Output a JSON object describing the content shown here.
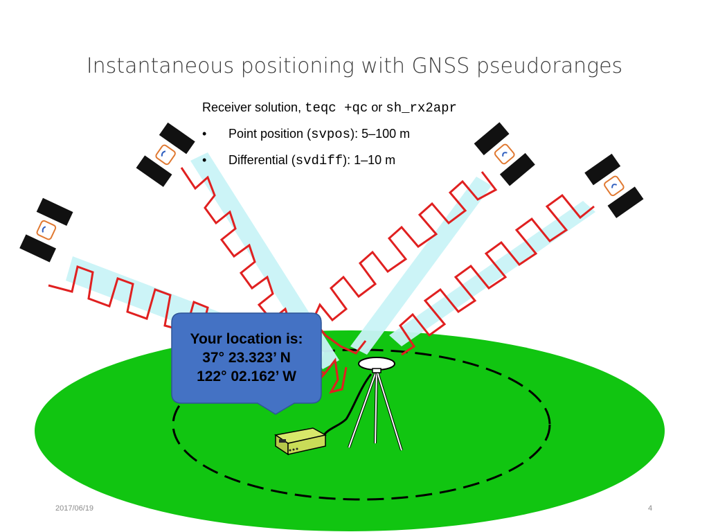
{
  "slide": {
    "title": "Instantaneous positioning with GNSS pseudoranges",
    "date": "2017/06/19",
    "page_number": "4"
  },
  "bullets": {
    "intro_prefix": "Receiver solution, ",
    "intro_cmd1": "teqc +qc",
    "intro_or": " or ",
    "intro_cmd2": "sh_rx2apr",
    "items": [
      {
        "bullet": "•",
        "prefix": "Point position (",
        "cmd": "svpos",
        "suffix": "): 5–100 m"
      },
      {
        "bullet": "•",
        "prefix": "Differential (",
        "cmd": "svdiff",
        "suffix": "): 1–10 m"
      }
    ]
  },
  "callout": {
    "line1": "Your location is:",
    "line2": "37° 23.323’ N",
    "line3": "122° 02.162’ W"
  },
  "colors": {
    "ground": "#11c511",
    "signal_wave": "#e02020",
    "signal_fill": "#c9f3f7",
    "callout_fill": "#4472c4",
    "satellite_panel": "#111111",
    "satellite_body": "#e07830"
  },
  "icons": [
    "satellite-icon",
    "gnss-antenna-icon",
    "tripod-icon",
    "gnss-receiver-icon"
  ]
}
